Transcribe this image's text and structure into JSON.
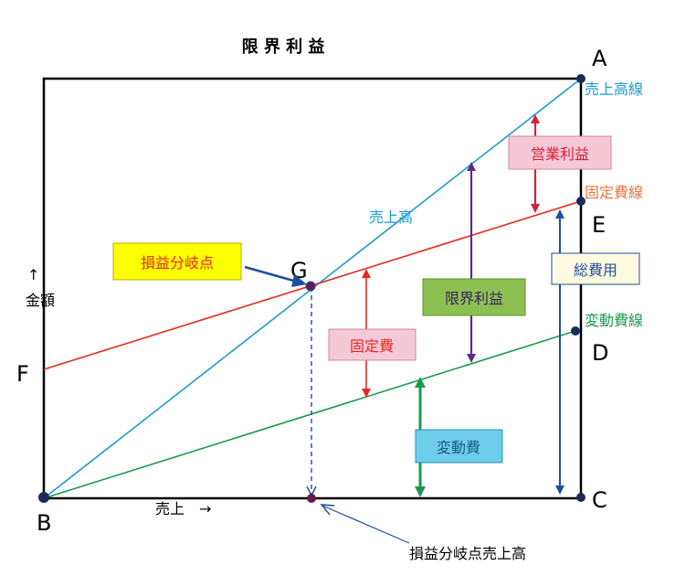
{
  "title": "限 界 利 益",
  "points": {
    "A": "A",
    "B": "B",
    "C": "C",
    "D": "D",
    "E": "E",
    "F": "F",
    "G": "G"
  },
  "line_labels": {
    "sales_line": "売上高線",
    "fixed_cost_line": "固定費線",
    "variable_cost_line": "変動費線",
    "sales": "売上高"
  },
  "axis": {
    "y_label_arrow": "↑",
    "y_label": "金額",
    "x_label": "売上　→"
  },
  "boxes": {
    "break_even_point": "損益分岐点",
    "operating_profit": "営業利益",
    "marginal_profit": "限界利益",
    "fixed_cost": "固定費",
    "total_cost": "総費用",
    "variable_cost": "変動費"
  },
  "break_even_sales": "損益分岐点売上高",
  "colors": {
    "sales": "#1a9ad6",
    "fixed": "#e8281e",
    "variable": "#1a9a4a",
    "frame": "#000000",
    "purple": "#5b2a8a",
    "navy": "#1f4ea0",
    "crimson": "#d6203a",
    "orange_text": "#e8743a",
    "box_yellow": "#ffff00",
    "box_pink": "#f5c8d6",
    "box_green": "#8cc152",
    "box_cyan": "#6ecdea",
    "box_cream": "#fffbe0"
  }
}
